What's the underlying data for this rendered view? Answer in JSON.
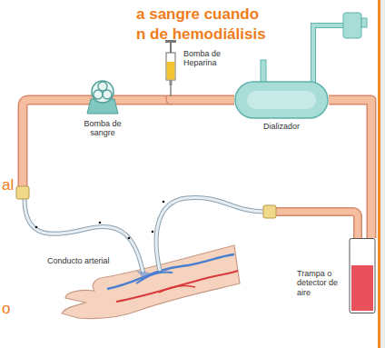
{
  "diagram": {
    "nodes": [
      {
        "text": [
          "Bomba de sangre"
        ]
      },
      {
        "text": [
          "Bomba de Heparina"
        ]
      },
      {
        "text": [
          "Dializador"
        ]
      },
      {
        "text": [
          "Trampa o detector de aire"
        ]
      }
    ],
    "edges": [
      {
        "from": 0,
        "to": 1,
        "arrow": "none"
      },
      {
        "from": 1,
        "to": 2,
        "arrow": "none"
      },
      {
        "from": 2,
        "to": 3,
        "arrow": "none"
      }
    ],
    "labels": [
      "a sangre cuando",
      "n de hemodiálisis",
      "al",
      "Conducto arterial",
      "o"
    ]
  }
}
